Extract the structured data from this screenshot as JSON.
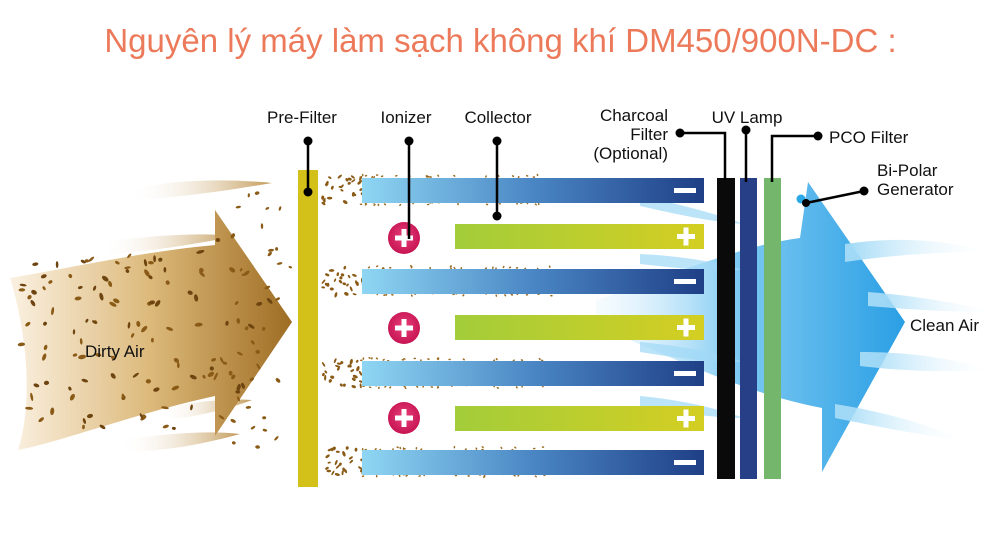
{
  "title": "Nguyên lý máy làm sạch không khí DM450/900N-DC :",
  "labels": {
    "pre_filter": "Pre-Filter",
    "ionizer": "Ionizer",
    "collector": "Collector",
    "charcoal_1": "Charcoal",
    "charcoal_2": "Filter",
    "charcoal_3": "(Optional)",
    "uv_lamp": "UV Lamp",
    "pco_filter": "PCO Filter",
    "bipolar_1": "Bi-Polar",
    "bipolar_2": "Generator",
    "dirty_air": "Dirty Air",
    "clean_air": "Clean Air"
  },
  "colors": {
    "title": "#ec7a5a",
    "pre_filter": "#d3c018",
    "charcoal_filter": "#0a0a0a",
    "uv_lamp": "#263f87",
    "pco_filter": "#73b66c",
    "ionizer": "#d1185a",
    "negative_plate": "#1f3f86",
    "positive_plate": "#cbd02a",
    "dirty_air": "#a77b30",
    "clean_air": "#39a8e6"
  },
  "icons": {
    "ionizer": "plus-circle-icon",
    "negative_plate": "minus-icon",
    "positive_plate": "plus-icon"
  }
}
